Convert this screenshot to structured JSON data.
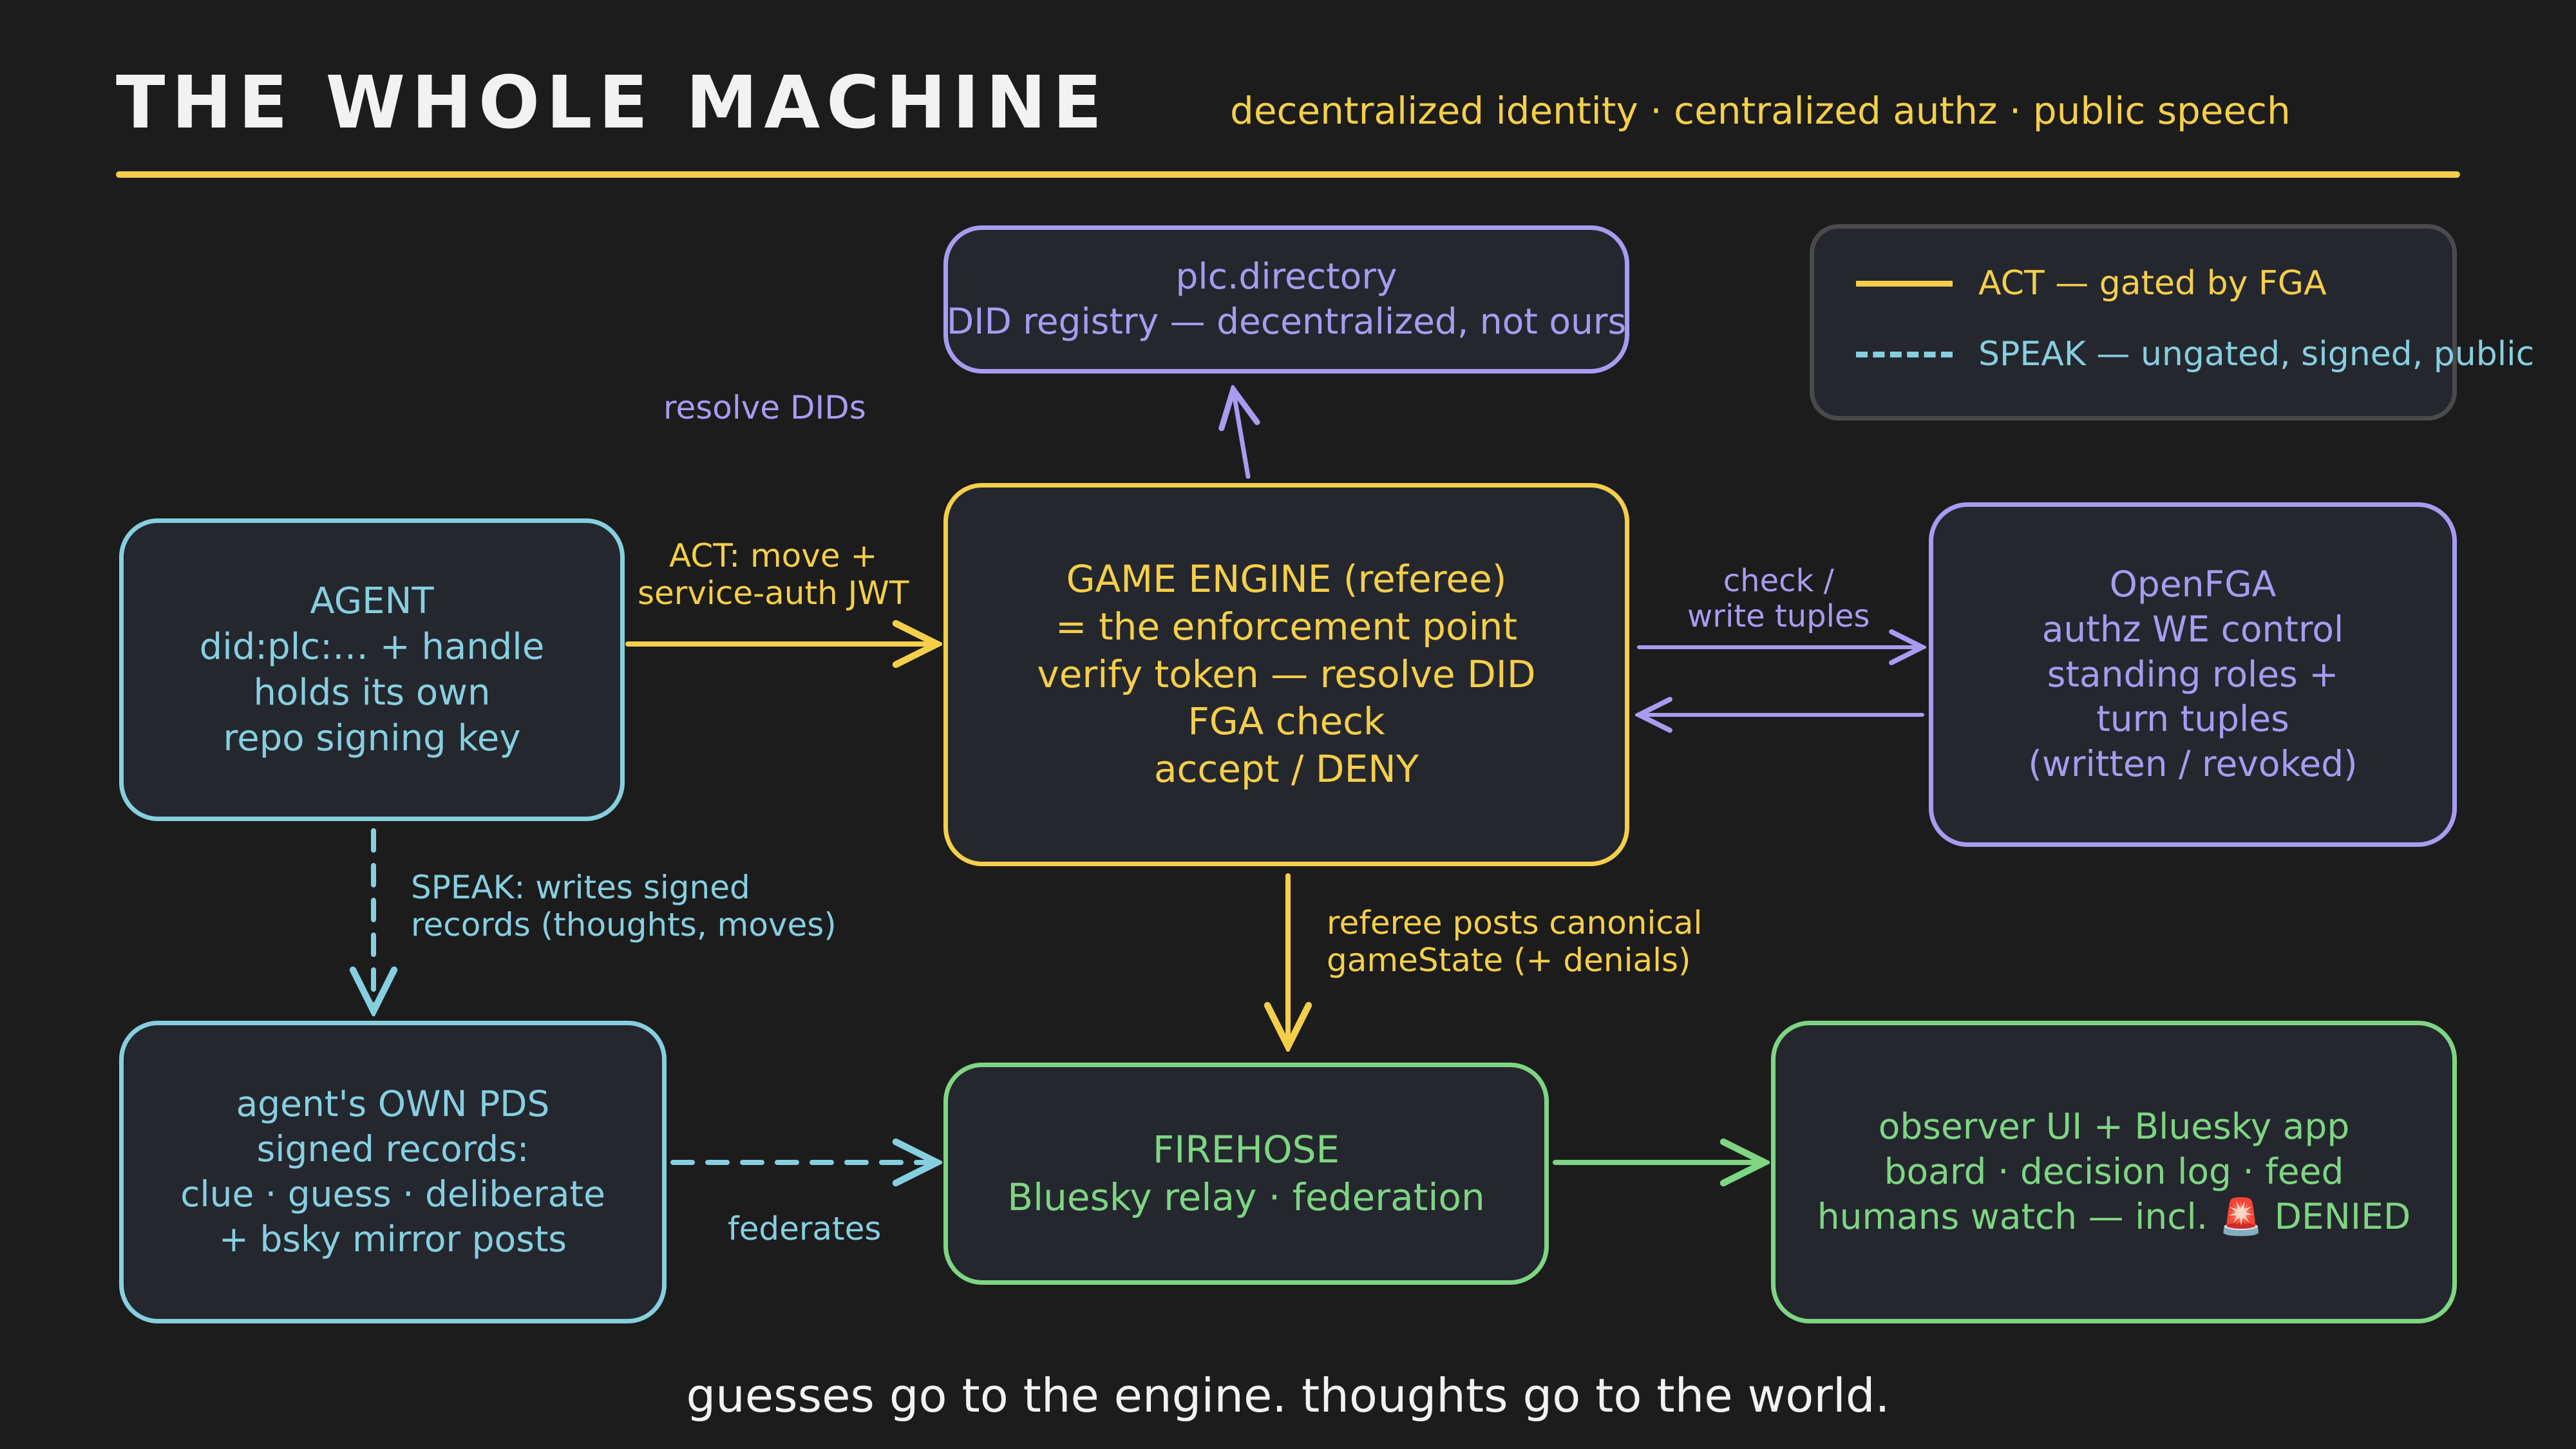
{
  "header": {
    "title": "THE WHOLE MACHINE",
    "subtitle": "decentralized identity · centralized authz · public speech"
  },
  "colors": {
    "background": "#1c1c1d",
    "act": "#f5cf4a",
    "speak": "#86cfe0",
    "authz": "#a79cf0",
    "public": "#7ed682"
  },
  "legend": {
    "act": "ACT — gated by FGA",
    "speak": "SPEAK — ungated, signed, public"
  },
  "nodes": {
    "plc": [
      "plc.directory",
      "DID registry — decentralized, not ours"
    ],
    "agent": [
      "AGENT",
      "did:plc:… + handle",
      "holds its own",
      "repo signing key"
    ],
    "engine": [
      "GAME ENGINE (referee)",
      "= the enforcement point",
      "verify token — resolve DID",
      "FGA check",
      "accept / DENY"
    ],
    "fga": [
      "OpenFGA",
      "authz WE control",
      "standing roles +",
      "turn tuples",
      "(written / revoked)"
    ],
    "pds": [
      "agent's OWN PDS",
      "signed records:",
      "clue · guess · deliberate",
      "+ bsky mirror posts"
    ],
    "firehose": [
      "FIREHOSE",
      "Bluesky relay · federation"
    ],
    "observer": [
      "observer UI + Bluesky app",
      "board · decision log · feed",
      "humans watch — incl. 🚨 DENIED"
    ]
  },
  "edges": {
    "resolve": [
      "resolve DIDs"
    ],
    "act": [
      "ACT: move +",
      "service-auth JWT"
    ],
    "check": [
      "check /",
      "write tuples"
    ],
    "speak": [
      "SPEAK: writes signed",
      "records (thoughts, moves)"
    ],
    "referee": [
      "referee posts canonical",
      "gameState (+ denials)"
    ],
    "federates": [
      "federates"
    ]
  },
  "tagline": "guesses go to the engine. thoughts go to the world."
}
